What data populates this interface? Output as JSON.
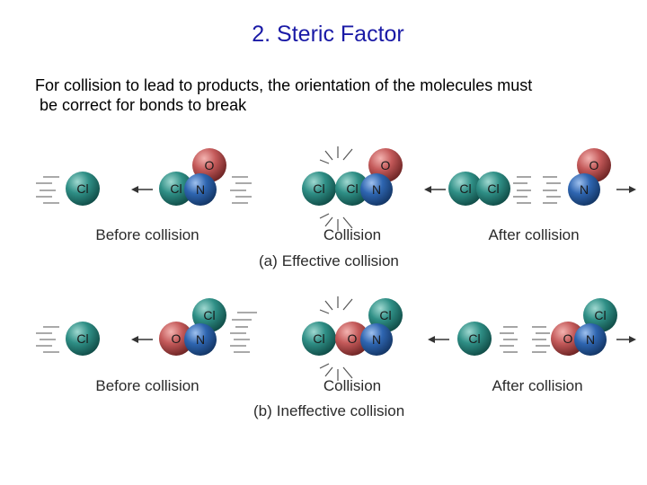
{
  "title": "2. Steric Factor",
  "intro": {
    "line1": "For collision to lead to products, the orientation of the molecules must",
    "line2": "be correct for bonds to break"
  },
  "atoms": {
    "cl": "Cl",
    "o": "O",
    "n": "N"
  },
  "colors": {
    "title": "#1a1aa6",
    "chlorine": "#2f8f86",
    "oxygen": "#c45a5a",
    "nitrogen": "#2e65b0",
    "motion_lines": "#777777",
    "arrows": "#333333"
  },
  "scenario_a": {
    "stage_before": "Before collision",
    "stage_collision": "Collision",
    "stage_after": "After collision",
    "caption_tag": "(a)",
    "caption_text": "Effective collision"
  },
  "scenario_b": {
    "stage_before": "Before collision",
    "stage_collision": "Collision",
    "stage_after": "After collision",
    "caption_tag": "(b)",
    "caption_text": "Ineffective collision"
  }
}
